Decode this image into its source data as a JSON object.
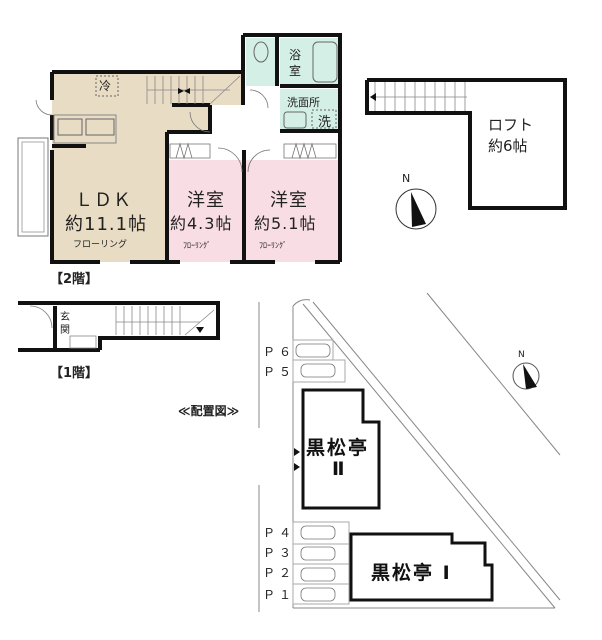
{
  "floor2": {
    "label": "【2階】",
    "ldk": {
      "name": "ＬＤＫ",
      "size": "約11.1帖",
      "floor": "フローリング",
      "fridge": "冷"
    },
    "room1": {
      "name": "洋室",
      "size": "約4.3帖",
      "floor": "ﾌﾛｰﾘﾝｸﾞ"
    },
    "room2": {
      "name": "洋室",
      "size": "約5.1帖",
      "floor": "ﾌﾛｰﾘﾝｸﾞ"
    },
    "bath": {
      "name_line1": "浴",
      "name_line2": "室"
    },
    "washroom": {
      "name": "洗面所",
      "washer": "洗"
    }
  },
  "loft": {
    "name": "ロフト",
    "size": "約6帖"
  },
  "floor1": {
    "label": "【1階】",
    "entrance_line1": "玄",
    "entrance_line2": "関"
  },
  "site_plan": {
    "title": "≪配置図≫",
    "north_label": "N",
    "buildings": [
      {
        "name": "黒松亭",
        "numeral": "Ⅱ"
      },
      {
        "name": "黒松亭 Ⅰ"
      }
    ],
    "parking": [
      "Ｐ６",
      "Ｐ５",
      "Ｐ４",
      "Ｐ３",
      "Ｐ２",
      "Ｐ１"
    ]
  },
  "colors": {
    "ldk": "#e8dcc4",
    "bedroom": "#f8dde4",
    "wet": "#d4efe6",
    "wall": "#111111"
  }
}
